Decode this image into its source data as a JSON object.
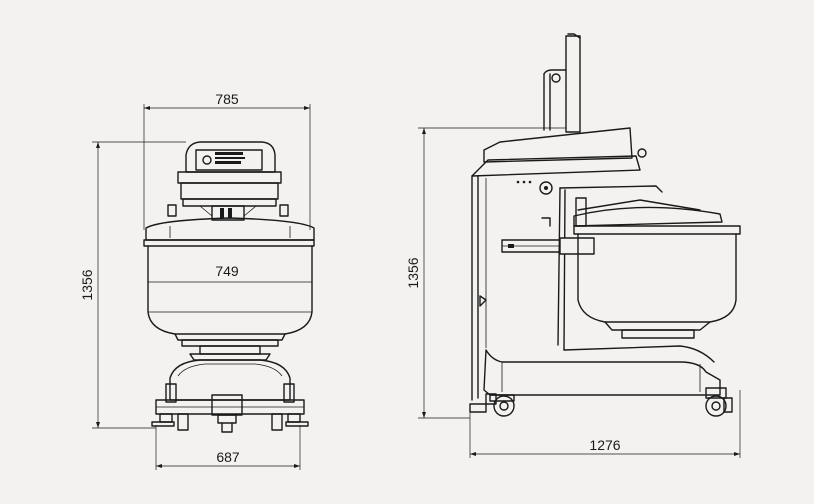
{
  "dimensions": {
    "front_top_width": "785",
    "front_bowl_width": "749",
    "front_base_width": "687",
    "front_height": "1356",
    "side_height": "1356",
    "side_base_length": "1276"
  }
}
